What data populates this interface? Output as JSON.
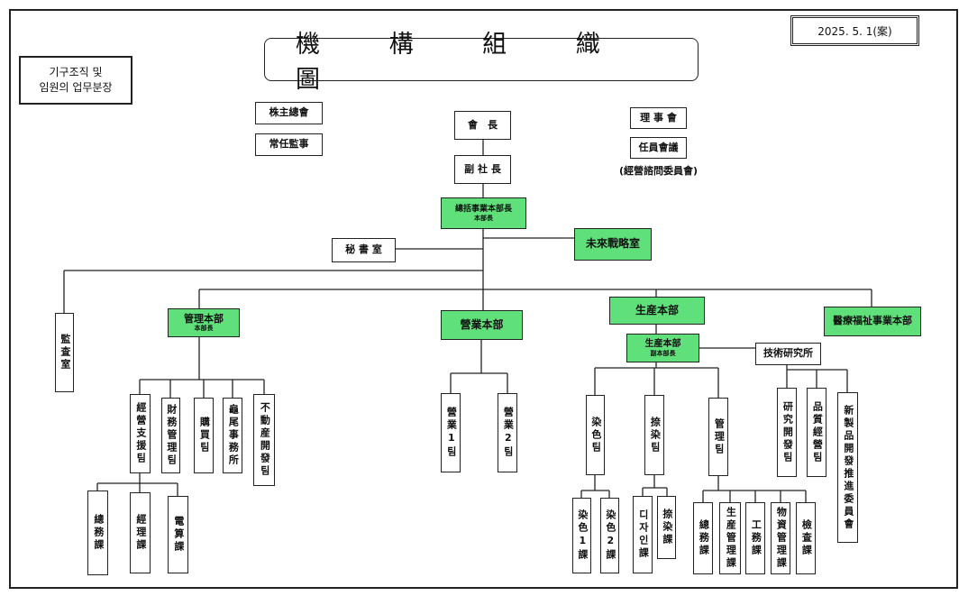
{
  "document": {
    "title": "機 構 組 織 圖",
    "date": "2025. 5. 1(案)",
    "note_line1": "기구조직 및",
    "note_line2": "임원의 업무분장"
  },
  "top": {
    "shareholders": "株主總會",
    "auditor": "常任監事",
    "chairman": "會　長",
    "vice_president": "副 社 長",
    "board": "理 事 會",
    "executive_meeting": "任員會議",
    "advisory_committee": "(經營諮問委員會)",
    "general_head": "總括事業本部長",
    "general_head_sub": "本部長",
    "secretary": "秘 書 室",
    "future_strategy": "未來戰略室",
    "audit_office": "監査室"
  },
  "divisions": {
    "management": {
      "name": "管理本部",
      "sub": "本部長"
    },
    "sales": {
      "name": "營業本部"
    },
    "production": {
      "name": "生産本部",
      "deputy": "生産本部",
      "deputy_sub": "副本部長"
    },
    "medical": {
      "name": "醫療福祉事業本部"
    },
    "tech_lab": "技術研究所"
  },
  "teams": {
    "mgmt_support": "經營支援팀",
    "finance": "財務管理팀",
    "purchase": "購買팀",
    "gumi_office": "龜尾事務所",
    "real_estate": "不動産開發팀",
    "sales1": "營業1팀",
    "sales2": "營業2팀",
    "dyeing_team": "染色팀",
    "print_team": "捺染팀",
    "mgmt_team": "管理팀",
    "research_team": "研究開發팀",
    "quality_team": "品質經營팀",
    "new_product": "新製品開發推進委員會"
  },
  "sections": {
    "general_affairs": "總務課",
    "accounting": "經理課",
    "computing": "電算課",
    "dyeing1": "染色1課",
    "dyeing2": "染色2課",
    "design": "디자인課",
    "printing": "捺染課",
    "prod_general": "總務課",
    "prod_mgmt": "生産管理課",
    "engineering": "工務課",
    "materials": "物資管理課",
    "inspection": "檢査課"
  }
}
